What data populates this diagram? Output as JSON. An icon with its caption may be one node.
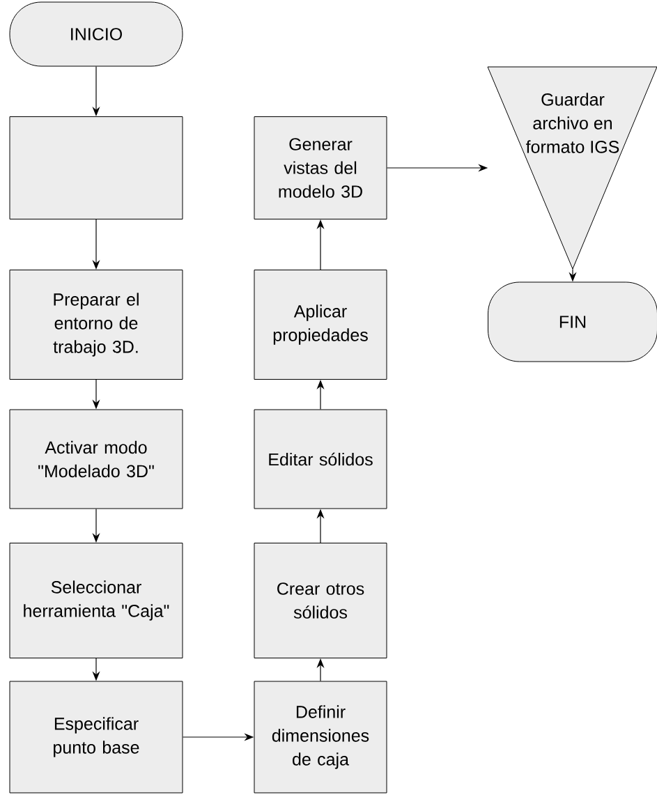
{
  "diagram": {
    "nodes": [
      {
        "text": [
          "INICIO"
        ]
      },
      {
        "text": [],
        "shape": "box"
      },
      {
        "text": [
          "Preparar el entorno de trabajo 3D."
        ]
      },
      {
        "text": [
          "Activar modo \"Modelado 3D\""
        ]
      },
      {
        "text": [
          "Seleccionar herramienta \"Caja\""
        ]
      },
      {
        "text": [
          "Especificar punto base"
        ]
      },
      {
        "text": [
          "Definir dimensiones de caja"
        ]
      },
      {
        "text": [
          "Crear otros sólidos"
        ]
      },
      {
        "text": [
          "Editar sólidos"
        ]
      },
      {
        "text": [
          "Aplicar propiedades"
        ]
      },
      {
        "text": [
          "Generar vistas del modelo 3D"
        ]
      },
      {
        "text": [
          "Guardar archivo en formato IGS"
        ]
      },
      {
        "text": [
          "FIN"
        ]
      }
    ],
    "edges": [
      {
        "from": 0,
        "to": 1,
        "arrow": "to"
      },
      {
        "from": 1,
        "to": 2,
        "arrow": "to"
      },
      {
        "from": 2,
        "to": 3,
        "arrow": "to"
      },
      {
        "from": 3,
        "to": 4,
        "arrow": "to"
      },
      {
        "from": 4,
        "to": 5,
        "arrow": "to"
      },
      {
        "from": 5,
        "to": 6,
        "arrow": "to"
      },
      {
        "from": 6,
        "to": 7,
        "arrow": "to"
      },
      {
        "from": 7,
        "to": 8,
        "arrow": "to"
      },
      {
        "from": 8,
        "to": 9,
        "arrow": "to"
      },
      {
        "from": 9,
        "to": 10,
        "arrow": "to"
      },
      {
        "from": 10,
        "to": 11,
        "arrow": "to"
      },
      {
        "from": 11,
        "to": 12,
        "arrow": "to"
      }
    ]
  }
}
